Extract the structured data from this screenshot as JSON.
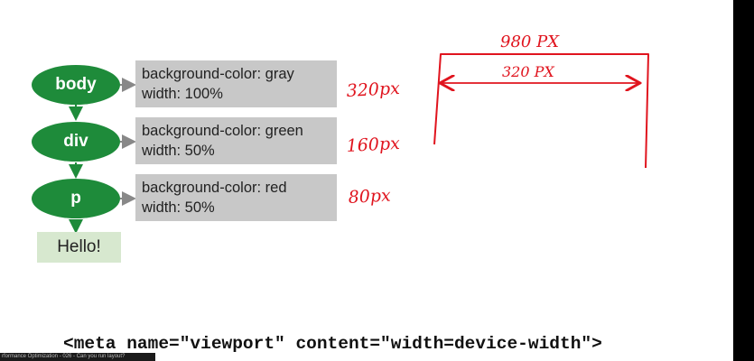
{
  "tree": {
    "nodes": [
      {
        "label": "body",
        "props": [
          "background-color: gray",
          "width: 100%"
        ],
        "annotation": "320px"
      },
      {
        "label": "div",
        "props": [
          "background-color: green",
          "width: 50%"
        ],
        "annotation": "160px"
      },
      {
        "label": "p",
        "props": [
          "background-color: red",
          "width: 50%"
        ],
        "annotation": "80px"
      }
    ],
    "text_node": "Hello!"
  },
  "sketch": {
    "outer_width_label": "980 PX",
    "inner_width_label": "320 PX"
  },
  "meta_tag": "<meta name=\"viewport\" content=\"width=device-width\">",
  "caption": "rformance Optimization - 026 - Can you run layout?",
  "colors": {
    "node_green": "#1e8b3a",
    "box_gray": "#c8c8c8",
    "text_node_bg": "#d7e8cf",
    "annotation_red": "#e0141e"
  }
}
